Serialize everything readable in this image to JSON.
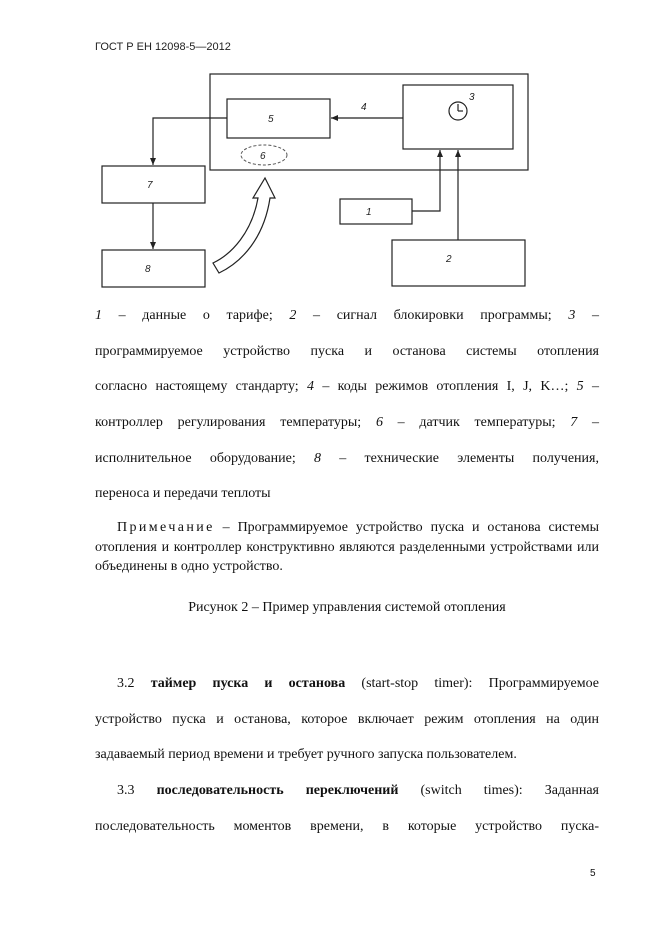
{
  "header": {
    "standard": "ГОСТ Р ЕН 12098-5—2012"
  },
  "diagram": {
    "labels": {
      "b1": "1",
      "b2": "2",
      "b3": "3",
      "b4": "4",
      "b5": "5",
      "b6": "6",
      "b7": "7",
      "b8": "8"
    }
  },
  "legend": {
    "n1": "1",
    "t1": " – данные о тарифе; ",
    "n2": "2",
    "t2": " – сигнал блокировки программы; ",
    "n3": "3",
    "t3a": " –",
    "line2": "программируемое устройство пуска и останова системы отопления",
    "line3a": "согласно настоящему стандарту; ",
    "n4": "4",
    "t4": " – коды режимов отопления I, J, K…; ",
    "n5": "5",
    "t5a": " –",
    "line4a": "контроллер регулирования температуры; ",
    "n6": "6",
    "t6": " – датчик температуры; ",
    "n7": "7",
    "t7a": " –",
    "line5a": "исполнительное оборудование; ",
    "n8": "8",
    "t8a": " – технические элементы получения,",
    "line6": "переноса и передачи теплоты"
  },
  "note": {
    "label": "Примечание",
    "text": " – Программируемое устройство пуска и останова системы отопления и контроллер конструктивно являются разделенными устройствами или объединены в одно устройство."
  },
  "caption": "Рисунок 2 – Пример управления системой отопления",
  "section_3_2": {
    "num": "3.2 ",
    "term": "таймер пуска и останова",
    "en": " (start-stop timer): Программируемое",
    "line2": "устройство пуска и останова, которое включает режим отопления на один",
    "line3": "задаваемый период времени и требует ручного запуска пользователем."
  },
  "section_3_3": {
    "num": "3.3 ",
    "term": "последовательность переключений",
    "en": " (switch times): Заданная",
    "line2": "последовательность моментов времени, в которые устройство пуска-"
  },
  "page_number": "5"
}
